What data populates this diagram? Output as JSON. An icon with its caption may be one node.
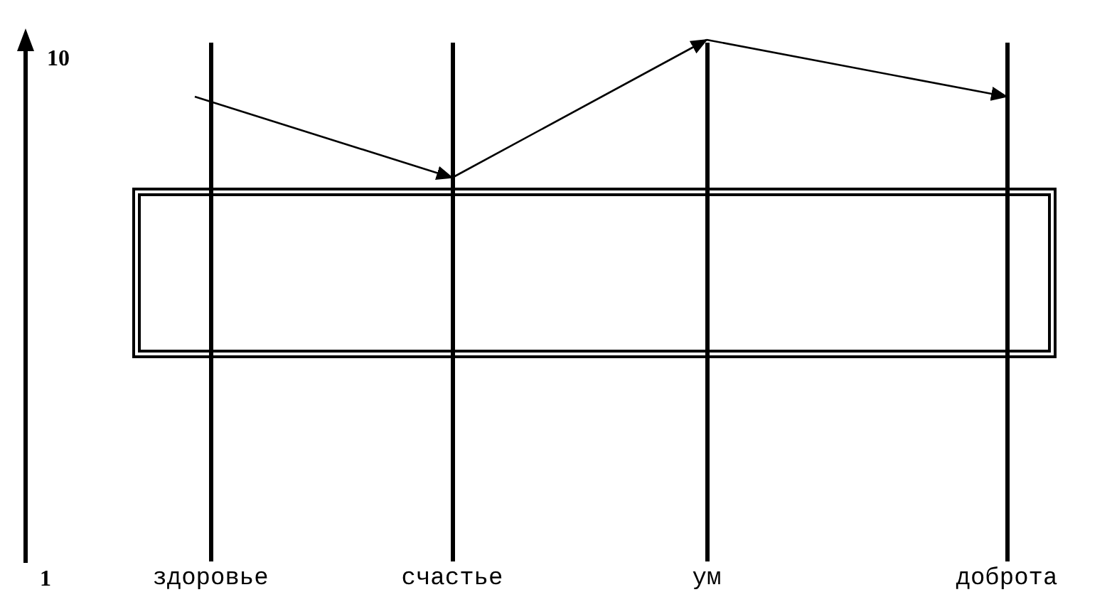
{
  "diagram": {
    "nodes": [
      {
        "text": [],
        "shape": "box"
      },
      {
        "text": [
          "здоровье"
        ]
      },
      {
        "text": [
          "счастье"
        ]
      },
      {
        "text": [
          "ум"
        ]
      },
      {
        "text": [
          "доброта"
        ]
      }
    ],
    "edges": [
      {
        "from": 1,
        "to": 2,
        "arrow": "to"
      },
      {
        "from": 2,
        "to": 3,
        "arrow": "to"
      },
      {
        "from": 3,
        "to": 4,
        "arrow": "to"
      }
    ],
    "labels": [
      "10",
      "1"
    ]
  }
}
